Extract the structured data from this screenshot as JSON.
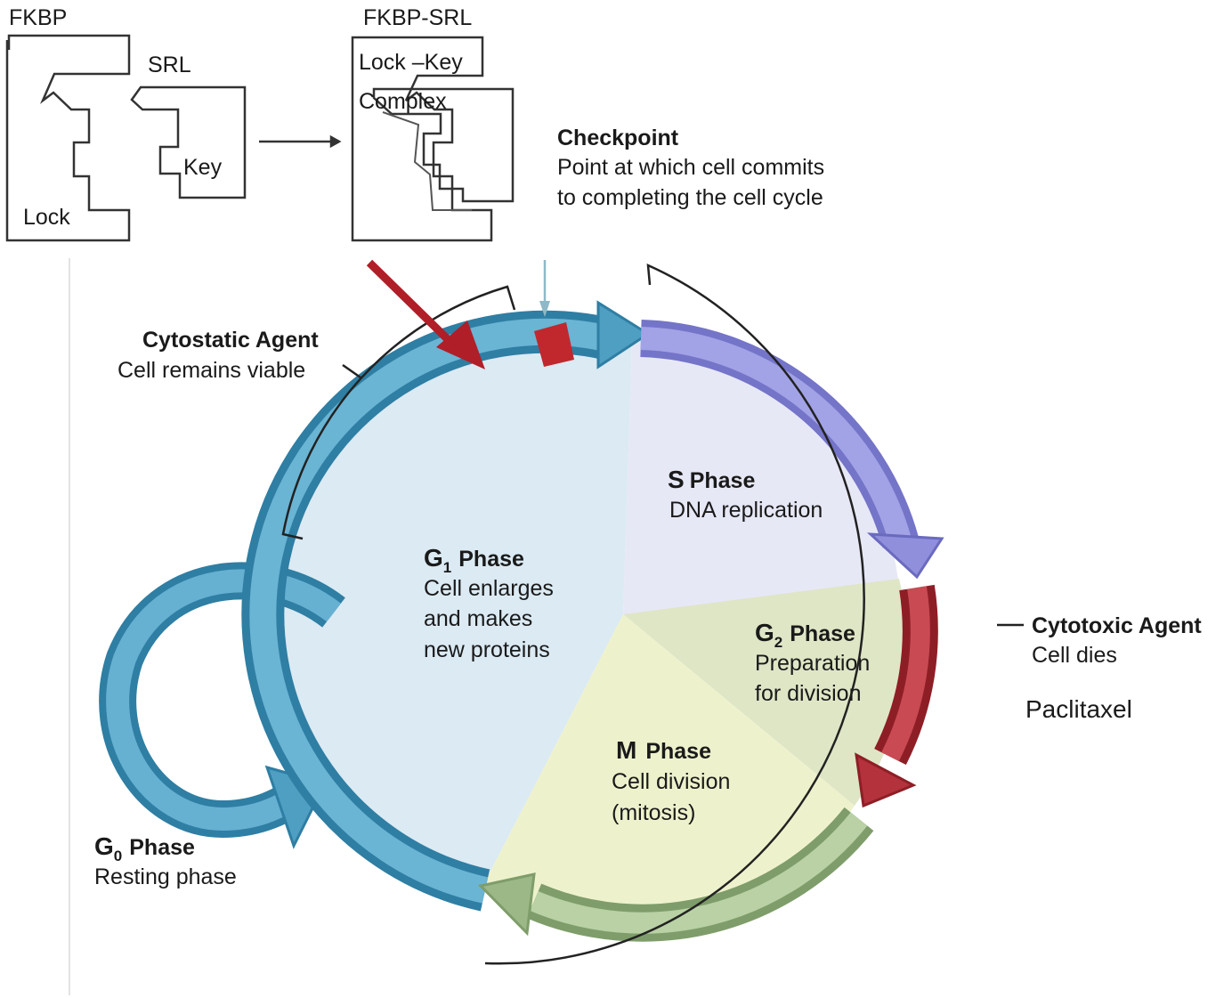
{
  "lock_key": {
    "fkbp_label": "FKBP",
    "srl_label": "SRL",
    "lock_label": "Lock",
    "key_label": "Key",
    "complex_title": "FKBP-SRL",
    "complex_line1": "Lock –Key",
    "complex_line2": "Complex"
  },
  "checkpoint": {
    "title": "Checkpoint",
    "line1": "Point at which cell commits",
    "line2": "to completing the cell cycle"
  },
  "cytostatic": {
    "title": "Cytostatic Agent",
    "desc": "Cell remains viable"
  },
  "cytotoxic": {
    "title": "Cytotoxic Agent",
    "desc": "Cell dies",
    "drug": "Paclitaxel"
  },
  "phases": {
    "g1": {
      "letter": "G",
      "sub": "1",
      "word": "Phase",
      "lines": [
        "Cell enlarges",
        "and makes",
        "new proteins"
      ]
    },
    "s": {
      "letter": "S",
      "word": "Phase",
      "lines": [
        "DNA replication"
      ]
    },
    "g2": {
      "letter": "G",
      "sub": "2",
      "word": "Phase",
      "lines": [
        "Preparation",
        "for division"
      ]
    },
    "m": {
      "letter": "M",
      "word": "Phase",
      "lines": [
        "Cell division",
        "(mitosis)"
      ]
    },
    "g0": {
      "letter": "G",
      "sub": "0",
      "word": "Phase",
      "lines": [
        "Resting phase"
      ]
    }
  },
  "colors": {
    "g1_arrow": "#4e9fc2",
    "s_arrow": "#8f8fdc",
    "g2_arrow": "#b4323c",
    "m_arrow": "#9cb887",
    "g1_sector": "#dbeaf3",
    "s_sector": "#e7e8f6",
    "g2_sector": "#dfe6c6",
    "m_sector": "#eef2cc",
    "inhibitor_arrow": "#b01e28"
  }
}
